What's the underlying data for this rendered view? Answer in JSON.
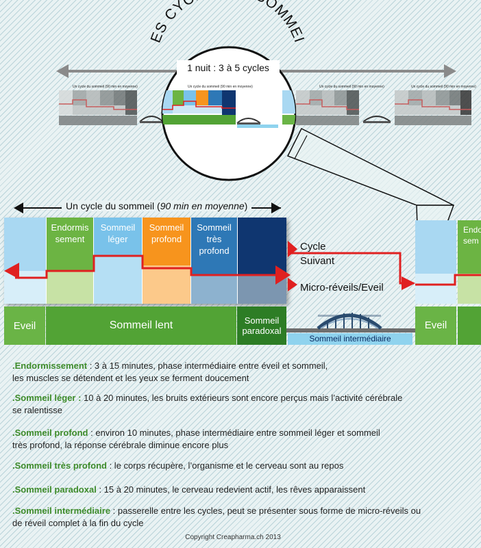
{
  "title": "LES CYCLES DU SOMMEIL",
  "night_label": "1 nuit : 3 à 5 cycles",
  "cycle_label_main": "Un cycle du sommeil (",
  "cycle_label_italic": "90 min en moyenne",
  "cycle_label_end": ")",
  "stages": [
    {
      "name": "Endormis\nsement"
    },
    {
      "name": "Sommeil\nléger"
    },
    {
      "name": "Sommeil\nprofond"
    },
    {
      "name": "Sommeil\ntrès\nprofond"
    },
    {
      "name": ""
    }
  ],
  "bands": {
    "eveil": "Eveil",
    "lent": "Sommeil lent",
    "paradoxal": "Sommeil\nparadoxal"
  },
  "bridge_label": "Sommeil intermédiaire",
  "next_cycle": "Cycle\nSuivant",
  "micro_reveils": "Micro-réveils/Eveil",
  "partial": {
    "endorm": "Endor\nsem",
    "eveil": "Eveil"
  },
  "mini_cycle_label": "Un cycle du sommeil (90 min en moyenne)",
  "definitions": [
    {
      "term": ".Endormissement",
      "text": " : 3 à 15 minutes, phase intermédiaire entre éveil et sommeil,",
      "line2": "les muscles se détendent et les yeux se ferment doucement"
    },
    {
      "term": ".Sommeil léger :",
      "text": " 10 à 20 minutes, les bruits extérieurs sont encore perçus mais l’activité cérébrale",
      "line2": "se ralentisse"
    },
    {
      "term": ".Sommeil profond",
      "text": " : environ 10 minutes, phase intermédiaire entre sommeil léger et sommeil",
      "line2": "très profond, la réponse cérébrale diminue encore plus"
    },
    {
      "term": ".Sommeil très profond",
      "text": " : le corps récupère, l’organisme et le cerveau sont au repos",
      "line2": ""
    },
    {
      "term": ".Sommeil paradoxal",
      "text": " : 15 à 20 minutes, le cerveau redevient actif, les rêves apparaissent",
      "line2": ""
    },
    {
      "term": ".Sommeil intermédiaire",
      "text": " : passerelle entre les cycles, peut se présenter sous forme de micro-réveils ou",
      "line2": "de réveil complet à la fin du cycle"
    }
  ],
  "copyright": "Copyright  Creapharma.ch 2013",
  "colors": {
    "eveil_top": "#a9d8f2",
    "eveil_bot": "#d7eef9",
    "endorm_top": "#6cb443",
    "endorm_bot": "#c7e2a5",
    "leger_top": "#79c2ea",
    "leger_bot": "#b5dff4",
    "profond_top": "#f7941d",
    "profond_bot": "#fcc98a",
    "tres_top": "#2e78b6",
    "tres_bot": "#8db2cf",
    "para_top": "#0f3670",
    "para_bot": "#7c96b0",
    "hypnogram": "#e02020"
  }
}
